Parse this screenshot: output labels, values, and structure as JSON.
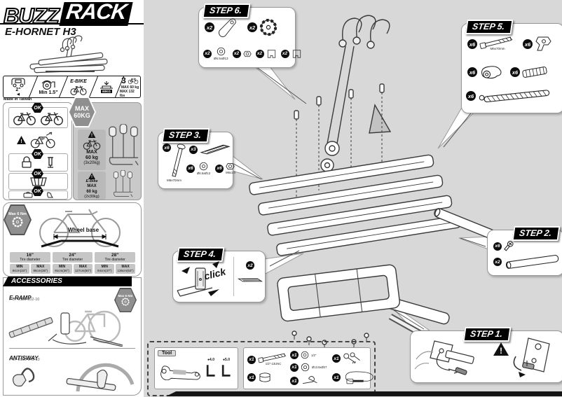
{
  "header": {
    "brand1": "BUZZ",
    "brand2": "RACK",
    "model": "E-HORNET H3",
    "made_in": "Made in Taiwan"
  },
  "icons": {
    "warn": "!",
    "arrow_left": "◀",
    "dot": "●"
  },
  "specs": {
    "hitch": "2\"",
    "clearance": "Min 1.5\"",
    "ebike": "E-BIKE",
    "load": "60KG",
    "count": "3",
    "max1": "MAX 60 kg",
    "max2": "MAX 132 lbs"
  },
  "compat": {
    "ok": "OK"
  },
  "capacity": {
    "badge1": "MAX",
    "badge2": "60KG",
    "std": {
      "l1": "MAX",
      "l2": "60 kg",
      "l3": "(3x20kg)"
    },
    "ebike": {
      "name": "E-Bike",
      "l1": "MAX",
      "l2": "60 kg",
      "l3": "(2x30kg)"
    }
  },
  "wheelbase": {
    "badge": "Max 6 Nm",
    "label": "Wheel base",
    "cols": [
      {
        "tire": "16\"",
        "tire_label": "Tire diameter",
        "min_label": "MIN",
        "max_label": "MAX",
        "min": "84cm(33\")",
        "max": "96cm(38\")"
      },
      {
        "tire": "24\"",
        "tire_label": "Tire diameter",
        "min_label": "MIN",
        "max_label": "MAX",
        "min": "91cm(36\")",
        "max": "127cm(50\")"
      },
      {
        "tire": "28\"",
        "tire_label": "Tire diameter",
        "min_label": "MIN",
        "max_label": "MAX",
        "min": "94cm(37\")",
        "max": "136cm(53\")"
      }
    ]
  },
  "accessories": {
    "header": "ACCESSORIES",
    "badge": "Max 6 Nm",
    "items": [
      {
        "name": "E-RAMP",
        "part": "# 07-0116-002-10"
      },
      {
        "name": "ANTISWAY",
        "part": "# 07-0100-043-10"
      }
    ]
  },
  "steps": {
    "s1": {
      "label": "STEP 1."
    },
    "s2": {
      "label": "STEP 2.",
      "parts": [
        {
          "qty": "x6"
        },
        {
          "qty": "x2"
        }
      ]
    },
    "s3": {
      "label": "STEP 3.",
      "parts": [
        {
          "qty": "x6",
          "caption": "M6x70mm"
        },
        {
          "qty": "x3"
        },
        {
          "qty": "x6",
          "caption": "Ø6.5xØ13"
        },
        {
          "qty": "x6",
          "caption": "M6x1.0"
        }
      ]
    },
    "s4": {
      "label": "STEP 4.",
      "click": "click",
      "parts": [
        {
          "qty": "x2"
        }
      ]
    },
    "s5": {
      "label": "STEP 5.",
      "parts": [
        {
          "qty": "x6",
          "caption": "M6x70mm"
        },
        {
          "qty": "x6"
        },
        {
          "qty": "x6"
        },
        {
          "qty": "x6"
        },
        {
          "qty": "x6"
        }
      ]
    },
    "s6": {
      "label": "STEP 6.",
      "parts": [
        {
          "qty": "x2"
        },
        {
          "qty": "x2"
        },
        {
          "qty": "x2",
          "caption": "Ø6.5xØ13"
        },
        {
          "qty": "x2"
        },
        {
          "qty": "x2"
        },
        {
          "qty": "x2"
        }
      ]
    }
  },
  "tool": {
    "label": "Tool",
    "keys": [
      {
        "size": "4.0"
      },
      {
        "size": "5.0"
      }
    ],
    "parts": [
      {
        "qty": "x1",
        "caption": "1/2\"-13UNC"
      },
      {
        "qty": "x1"
      },
      {
        "qty": "x1",
        "caption": "1/2\""
      },
      {
        "qty": "x1",
        "caption": "Ø13.5xØ27"
      },
      {
        "qty": "x1"
      },
      {
        "qty": "x1"
      },
      {
        "qty": "x1"
      }
    ]
  }
}
